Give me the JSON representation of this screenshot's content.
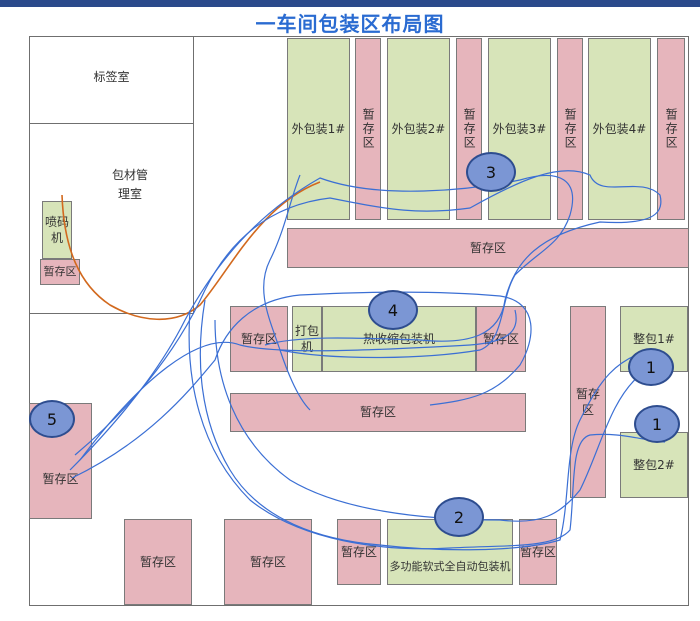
{
  "title": "一车间包装区布局图",
  "rooms": {
    "label_room": "标签室",
    "material_room": "包材管理室"
  },
  "zones": {
    "temp": "暂存区",
    "outer_pack_1": "外包装1#",
    "outer_pack_2": "外包装2#",
    "outer_pack_3": "外包装3#",
    "outer_pack_4": "外包装4#",
    "coding_machine": "喷码机",
    "strapping_machine": "打包机",
    "shrink_wrap_machine": "热收缩包装机",
    "pack_1": "整包1#",
    "pack_2": "整包2#",
    "multi_function_machine": "多功能软式全自动包装机"
  },
  "markers": [
    "1",
    "1",
    "2",
    "3",
    "4",
    "5"
  ],
  "colors": {
    "temp_zone": "#e6b5bc",
    "work_zone": "#d7e4b9",
    "route_line": "#3b6fd4",
    "material_line": "#d2691e",
    "marker_fill": "#7b96d4"
  }
}
